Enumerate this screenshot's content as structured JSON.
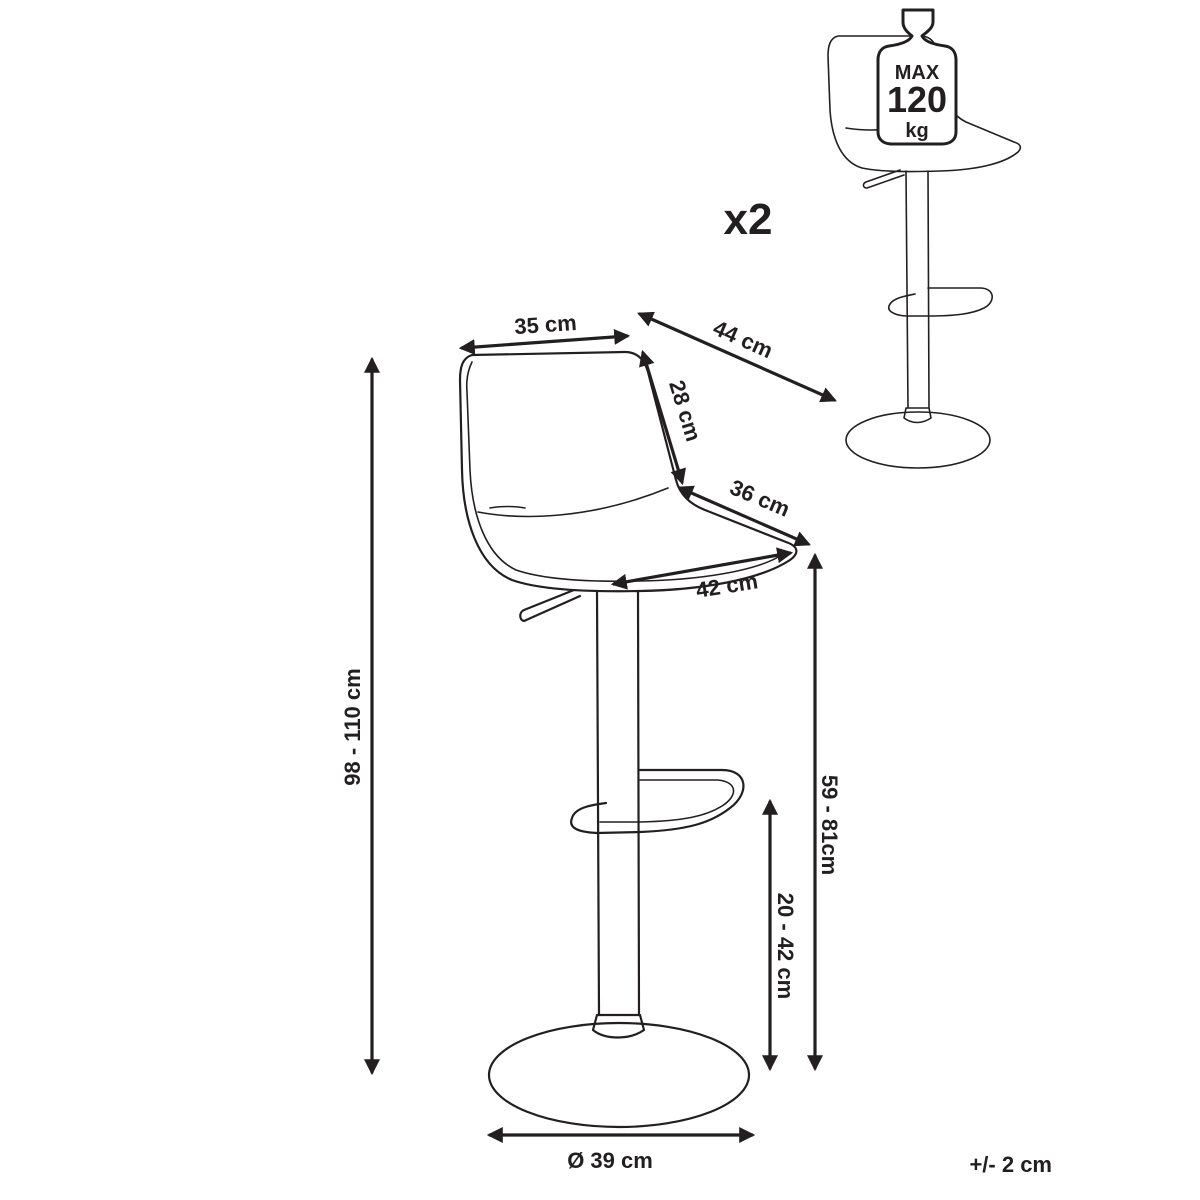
{
  "quantity": "x2",
  "tolerance": "+/- 2 cm",
  "weight_badge": {
    "line1": "MAX",
    "line2": "120",
    "line3": "kg"
  },
  "dimensions": {
    "seat_top_width": "35 cm",
    "overall_depth": "44 cm",
    "backrest_height": "28 cm",
    "seat_depth": "36 cm",
    "seat_width": "42 cm",
    "overall_height": "98 - 110 cm",
    "seat_height": "59 - 81cm",
    "footrest_height": "20 - 42 cm",
    "base_diameter": "Ø 39 cm"
  },
  "colors": {
    "ink": "#231f20",
    "background": "#ffffff"
  }
}
